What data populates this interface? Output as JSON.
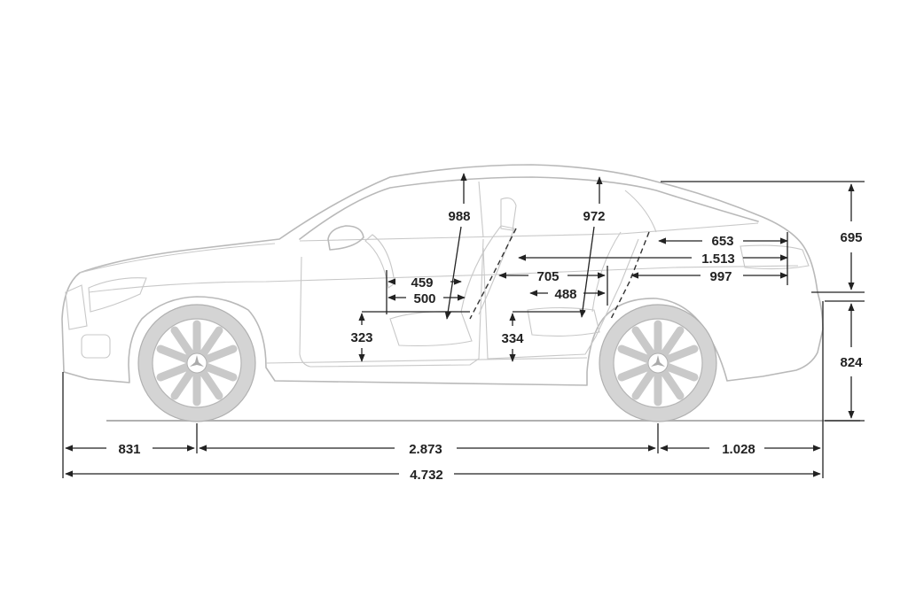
{
  "dimensions": {
    "front_overhang": "831",
    "wheelbase": "2.873",
    "rear_overhang": "1.028",
    "overall_length": "4.732",
    "upper_height": "695",
    "lower_height": "824",
    "front_headroom": "988",
    "rear_headroom": "972",
    "rear_cargo_653": "653",
    "cabin_1513": "1.513",
    "rear_997": "997",
    "rear_legroom_705": "705",
    "rear_seat_488": "488",
    "front_seat_459": "459",
    "front_seat_500": "500",
    "front_seat_height": "323",
    "rear_seat_height": "334"
  },
  "colors": {
    "lines": "#222222",
    "car_outline": "#b9b9b9",
    "tyre": "#d4d4d4"
  },
  "icons": {
    "brand": "mercedes-star-icon"
  }
}
